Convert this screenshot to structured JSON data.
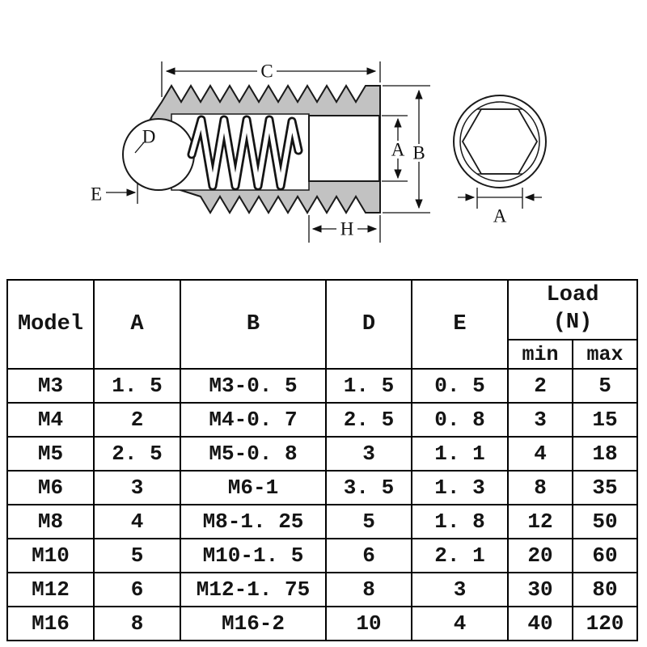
{
  "diagram": {
    "labels": {
      "length_c": "C",
      "ball_d": "D",
      "offset_e": "E",
      "socket_a": "A",
      "body_b": "B",
      "depth_h": "H",
      "end_a": "A"
    }
  },
  "table": {
    "col_keys": [
      "model",
      "a",
      "b",
      "d",
      "e",
      "load_min",
      "load_max"
    ],
    "headers": {
      "model": "Model",
      "a": "A",
      "b": "B",
      "d": "D",
      "e": "E",
      "load_line1": "Load",
      "load_line2": "(N)",
      "min": "min",
      "max": "max"
    },
    "rows": [
      [
        "M3",
        "1. 5",
        "M3-0. 5",
        "1. 5",
        "0. 5",
        "2",
        "5"
      ],
      [
        "M4",
        "2",
        "M4-0. 7",
        "2. 5",
        "0. 8",
        "3",
        "15"
      ],
      [
        "M5",
        "2. 5",
        "M5-0. 8",
        "3",
        "1. 1",
        "4",
        "18"
      ],
      [
        "M6",
        "3",
        "M6-1",
        "3. 5",
        "1. 3",
        "8",
        "35"
      ],
      [
        "M8",
        "4",
        "M8-1. 25",
        "5",
        "1. 8",
        "12",
        "50"
      ],
      [
        "M10",
        "5",
        "M10-1. 5",
        "6",
        "2. 1",
        "20",
        "60"
      ],
      [
        "M12",
        "6",
        "M12-1. 75",
        "8",
        "3",
        "30",
        "80"
      ],
      [
        "M16",
        "8",
        "M16-2",
        "10",
        "4",
        "40",
        "120"
      ]
    ]
  }
}
